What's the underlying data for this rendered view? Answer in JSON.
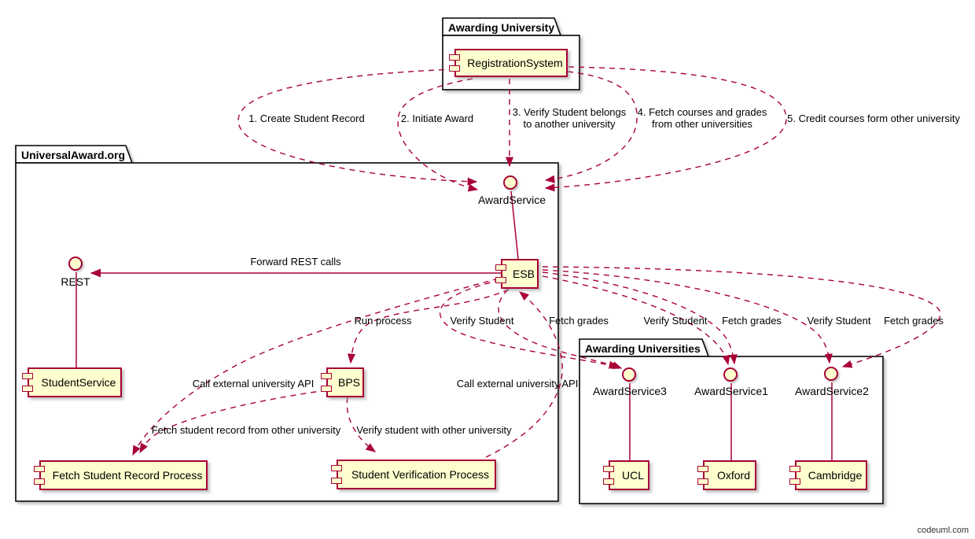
{
  "packages": {
    "awarding_university": {
      "title": "Awarding University"
    },
    "universal_award": {
      "title": "UniversalAward.org"
    },
    "awarding_universities": {
      "title": "Awarding Universities"
    }
  },
  "components": {
    "registration_system": "RegistrationSystem",
    "esb": "ESB",
    "student_service": "StudentService",
    "bps": "BPS",
    "fetch_student_record_process": "Fetch Student Record Process",
    "student_verification_process": "Student Verification Process",
    "ucl": "UCL",
    "oxford": "Oxford",
    "cambridge": "Cambridge"
  },
  "interfaces": {
    "award_service": "AwardService",
    "rest": "REST",
    "award_service3": "AwardService3",
    "award_service1": "AwardService1",
    "award_service2": "AwardService2"
  },
  "edges": {
    "create_student_record": "1. Create Student Record",
    "initiate_award": "2. Initiate Award",
    "verify_belongs_line1": "3. Verify Student belongs",
    "verify_belongs_line2": "to another university",
    "fetch_courses_line1": "4. Fetch courses and grades",
    "fetch_courses_line2": "from other universities",
    "credit_courses": "5. Credit courses form other university",
    "forward_rest_calls": "Forward REST calls",
    "run_process": "Run process",
    "verify_student_1": "Verify Student",
    "fetch_grades_1": "Fetch grades",
    "verify_student_2": "Verify Student",
    "fetch_grades_2": "Fetch grades",
    "verify_student_3": "Verify Student",
    "fetch_grades_3": "Fetch grades",
    "call_external_api_1": "Call external university API",
    "call_external_api_2": "Call external university API",
    "fetch_student_record": "Fetch student record from other university",
    "verify_student_other": "Verify student with other university"
  },
  "watermark": "codeuml.com",
  "colors": {
    "node_fill": "#FEFECE",
    "node_border": "#A80036",
    "package_border": "#000000"
  }
}
